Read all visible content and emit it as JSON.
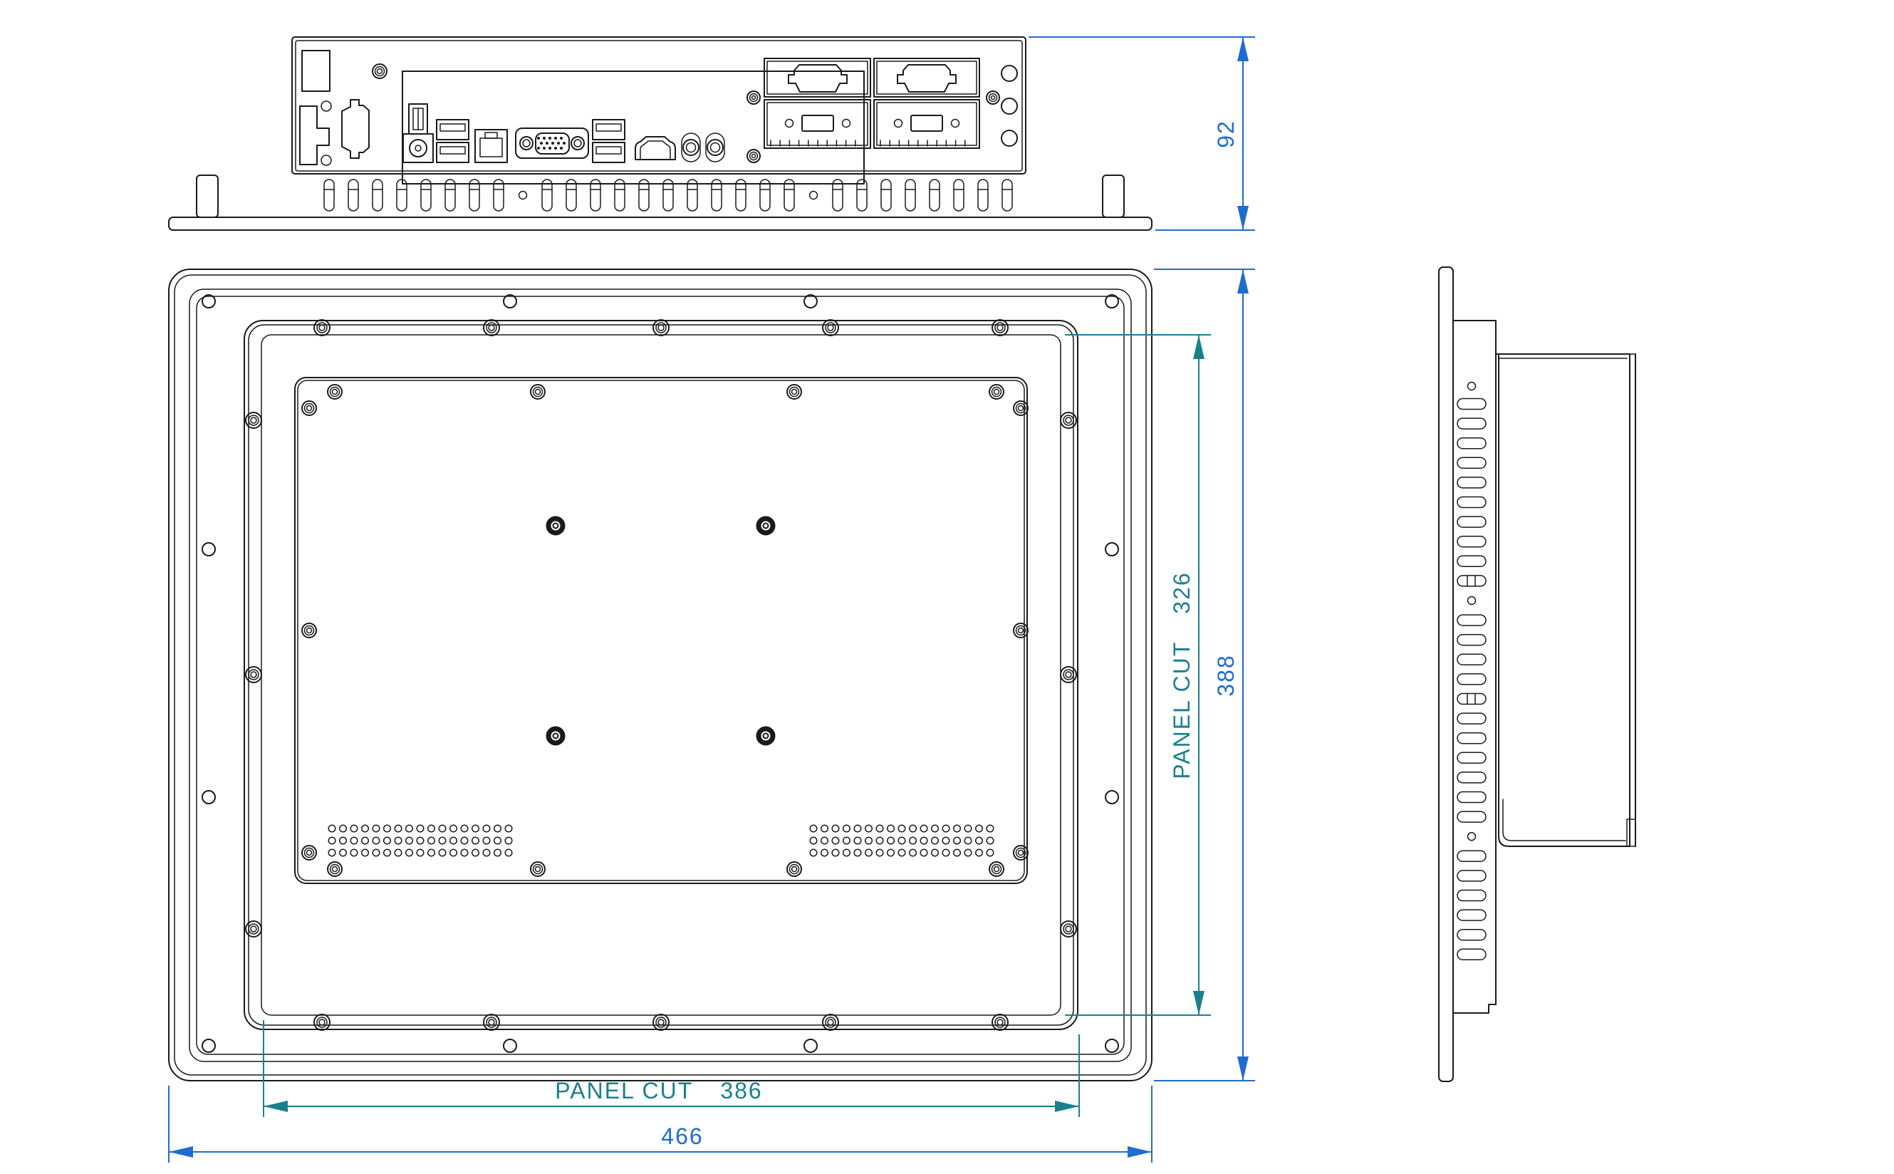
{
  "drawing": {
    "type": "panel-pc-engineering-drawing",
    "views": {
      "top": "top-io-view",
      "rear": "rear-view",
      "side": "side-view"
    }
  },
  "dimensions": {
    "depth": {
      "value": "92"
    },
    "overall_height": {
      "value": "388"
    },
    "overall_width": {
      "value": "466"
    },
    "panel_cut_height": {
      "label": "PANEL CUT",
      "value": "326"
    },
    "panel_cut_width": {
      "label": "PANEL CUT",
      "value": "386"
    }
  },
  "colors": {
    "line": "#1a1a1a",
    "dimension_blue": "#1e6cd0",
    "dimension_teal": "#1b808c",
    "background": "#ffffff"
  }
}
